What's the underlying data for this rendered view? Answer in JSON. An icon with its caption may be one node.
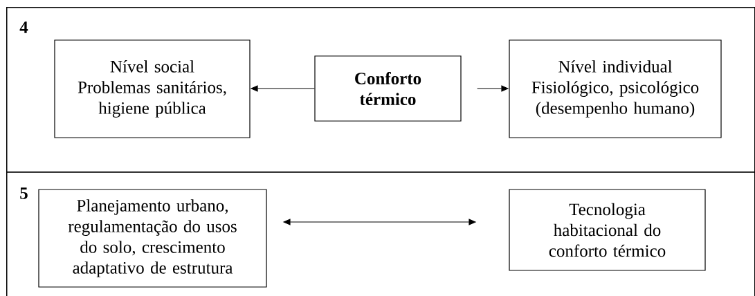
{
  "diagram": {
    "nodes": [
      {
        "text": [
          "4"
        ]
      },
      {
        "text": [
          "Nível social",
          "Problemas sanitários, higiene pública"
        ],
        "in": 0
      },
      {
        "text": [
          "Conforto térmico"
        ],
        "in": 0
      },
      {
        "text": [
          "Nível individual",
          "Fisiológico, psicológico (desempenho humano)"
        ],
        "in": 0
      },
      {
        "text": [
          "5"
        ]
      },
      {
        "text": [
          "Planejamento urbano, regulamentação do usos do solo, crescimento adaptativo de estrutura"
        ],
        "in": 4
      },
      {
        "text": [
          "Tecnologia habitacional do conforto térmico"
        ],
        "in": 4
      }
    ],
    "edges": [
      {
        "from": 2,
        "to": 1,
        "arrow": "to"
      },
      {
        "from": 2,
        "to": 3,
        "arrow": "to"
      },
      {
        "from": 5,
        "to": 6,
        "arrow": "both"
      }
    ]
  }
}
